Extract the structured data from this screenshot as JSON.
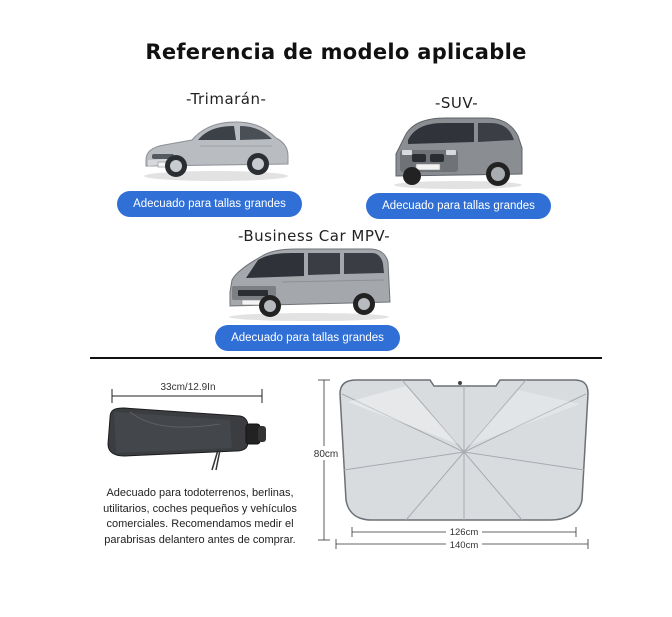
{
  "title": "Referencia de modelo aplicable",
  "models": [
    {
      "name": "-Trimarán-",
      "badge": "Adecuado para tallas grandes",
      "icon": "coupe-car-icon"
    },
    {
      "name": "-SUV-",
      "badge": "Adecuado para tallas grandes",
      "icon": "suv-car-icon"
    },
    {
      "name": "-Business Car MPV-",
      "badge": "Adecuado para tallas grandes",
      "icon": "mpv-van-icon"
    }
  ],
  "product": {
    "folded_length": "33cm/12.9In",
    "height": "80cm",
    "inner_width": "126cm",
    "outer_width": "140cm",
    "description": "Adecuado para todoterrenos, berlinas, utilitarios, coches pequeños y vehículos comerciales. Recomendamos medir el parabrisas delantero antes de comprar."
  },
  "colors": {
    "badge": "#2f6fd6",
    "silver": "#d9dcdf",
    "car_silver": "#b9bdc2",
    "car_gray": "#7d8186"
  }
}
